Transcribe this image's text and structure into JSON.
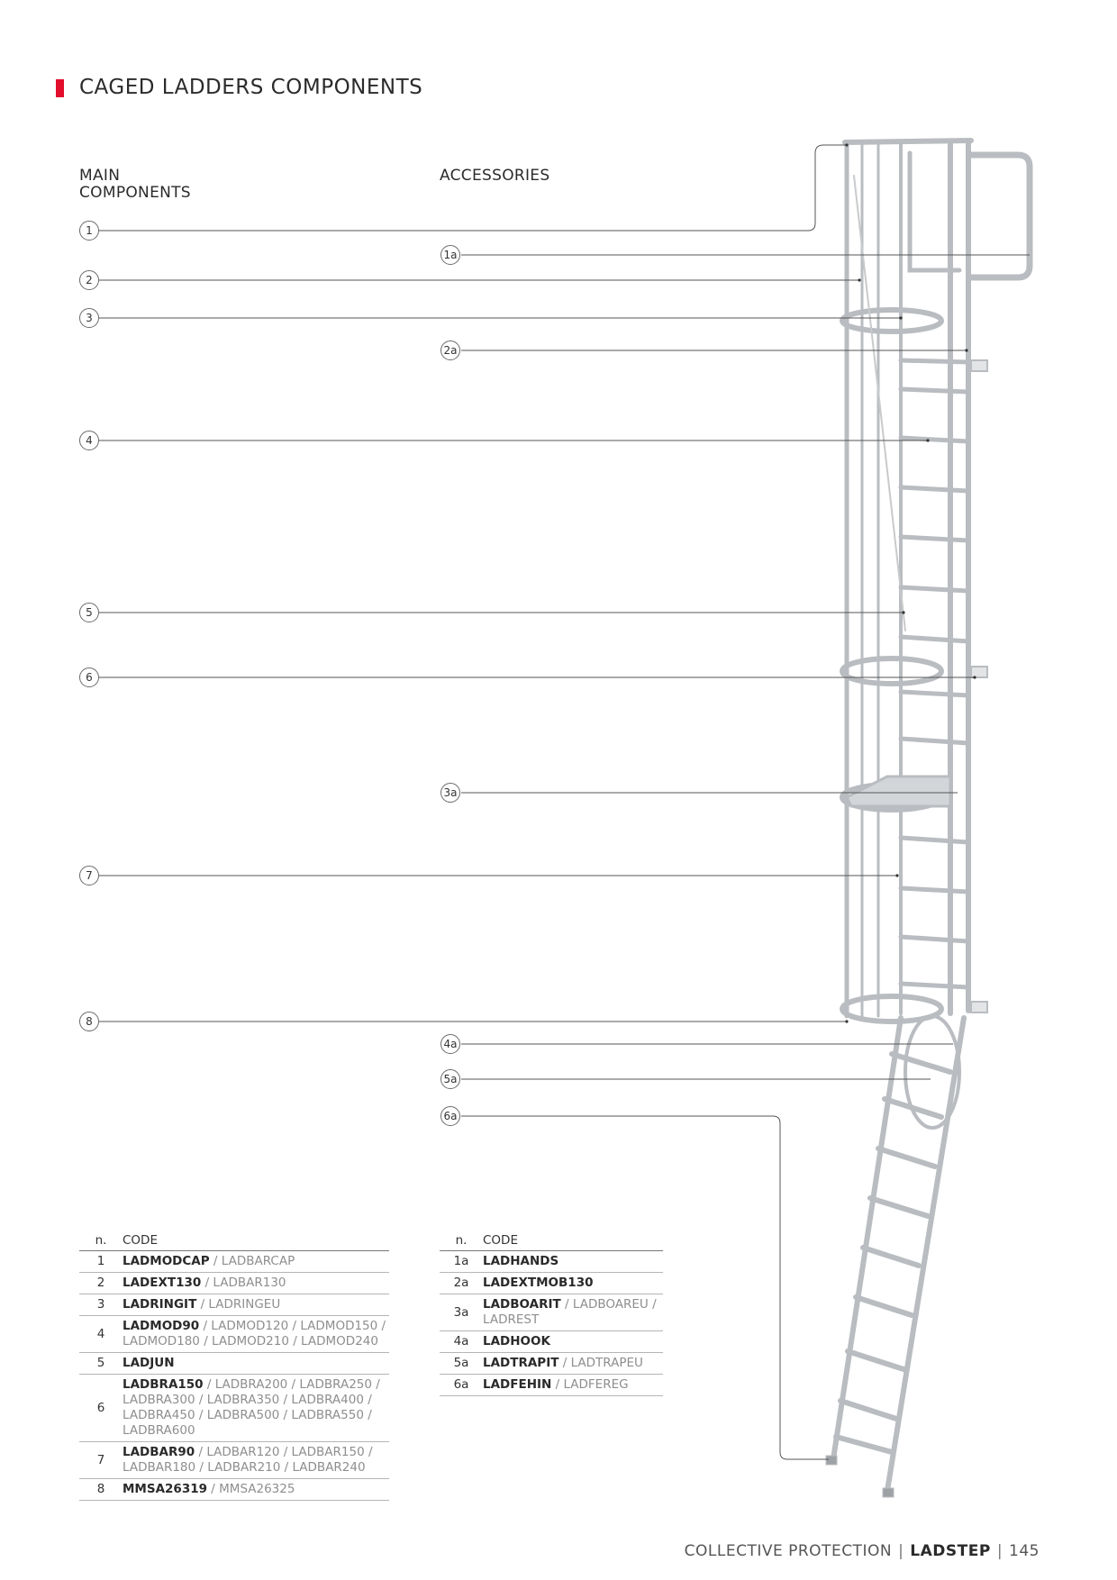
{
  "page": {
    "title": "CAGED LADDERS COMPONENTS",
    "accent_color": "#e30e2c"
  },
  "headings": {
    "main": "MAIN\nCOMPONENTS",
    "accessories": "ACCESSORIES"
  },
  "callouts": {
    "main": [
      "1",
      "2",
      "3",
      "4",
      "5",
      "6",
      "7",
      "8"
    ],
    "accessories": [
      "1a",
      "2a",
      "3a",
      "4a",
      "5a",
      "6a"
    ]
  },
  "main_table": {
    "header_n": "n.",
    "header_code": "CODE",
    "rows": [
      {
        "n": "1",
        "code": "LADMODCAP",
        "alt": " / LADBARCAP"
      },
      {
        "n": "2",
        "code": "LADEXT130",
        "alt": " / LADBAR130"
      },
      {
        "n": "3",
        "code": "LADRINGIT",
        "alt": " / LADRINGEU"
      },
      {
        "n": "4",
        "code": "LADMOD90",
        "alt": " / LADMOD120 / LADMOD150 / LADMOD180 / LADMOD210 / LADMOD240"
      },
      {
        "n": "5",
        "code": "LADJUN",
        "alt": ""
      },
      {
        "n": "6",
        "code": "LADBRA150",
        "alt": " / LADBRA200 / LADBRA250 / LADBRA300 / LADBRA350 / LADBRA400 / LADBRA450 / LADBRA500 / LADBRA550 / LADBRA600"
      },
      {
        "n": "7",
        "code": "LADBAR90",
        "alt": " / LADBAR120 / LADBAR150 / LADBAR180 / LADBAR210 / LADBAR240"
      },
      {
        "n": "8",
        "code": "MMSA26319",
        "alt": " / MMSA26325"
      }
    ]
  },
  "acc_table": {
    "header_n": "n.",
    "header_code": "CODE",
    "rows": [
      {
        "n": "1a",
        "code": "LADHANDS",
        "alt": ""
      },
      {
        "n": "2a",
        "code": "LADEXTMOB130",
        "alt": ""
      },
      {
        "n": "3a",
        "code": "LADBOARIT",
        "alt": " / LADBOAREU / LADREST"
      },
      {
        "n": "4a",
        "code": "LADHOOK",
        "alt": ""
      },
      {
        "n": "5a",
        "code": "LADTRAPIT",
        "alt": " / LADTRAPEU"
      },
      {
        "n": "6a",
        "code": "LADFEHIN",
        "alt": " / LADFEREG"
      }
    ]
  },
  "footer": {
    "section": "COLLECTIVE PROTECTION",
    "brand": "LADSTEP",
    "page_number": "145"
  }
}
